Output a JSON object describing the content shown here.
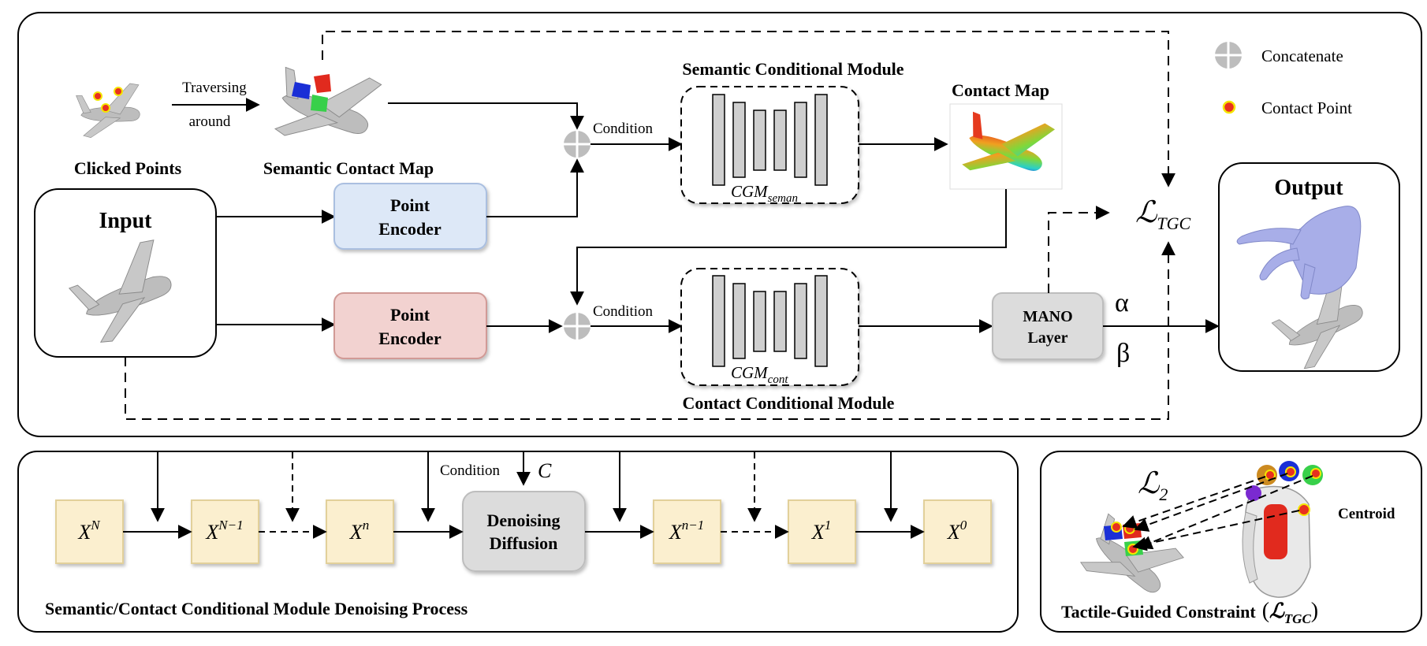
{
  "top": {
    "clicked_points": "Clicked Points",
    "traversing_1": "Traversing",
    "traversing_2": "around",
    "semantic_contact_map": "Semantic Contact Map",
    "input": "Input",
    "point_encoder_1": "Point",
    "point_encoder_2": "Encoder",
    "condition": "Condition",
    "semantic_module_title": "Semantic Conditional Module",
    "contact_module_title": "Contact Conditional Module",
    "cgm_seman_base": "CGM",
    "cgm_seman_sub": "seman",
    "cgm_cont_base": "CGM",
    "cgm_cont_sub": "cont",
    "contact_map": "Contact Map",
    "mano_1": "MANO",
    "mano_2": "Layer",
    "alpha": "α",
    "beta": "β",
    "output": "Output",
    "ltgc_base": "ℒ",
    "ltgc_sub": "TGC"
  },
  "legend": {
    "concatenate": "Concatenate",
    "contact_point": "Contact Point",
    "contact_point_color": "#e8311f",
    "contact_point_ring": "#f4e600"
  },
  "denoise": {
    "condition": "Condition",
    "c": "C",
    "xN_base": "X",
    "xN_sup": "N",
    "xN1_base": "X",
    "xN1_sup": "N−1",
    "xn_base": "X",
    "xn_sup": "n",
    "diff_1": "Denoising",
    "diff_2": "Diffusion",
    "xn1_base": "X",
    "xn1_sup": "n−1",
    "x1_base": "X",
    "x1_sup": "1",
    "x0_base": "X",
    "x0_sup": "0",
    "caption": "Semantic/Contact Conditional Module Denoising Process"
  },
  "tactile": {
    "l2_base": "ℒ",
    "l2_sub": "2",
    "centroid": "Centroid",
    "caption_text": "Tactile-Guided Constraint",
    "caption_open": "(",
    "caption_l": "ℒ",
    "caption_sub": "TGC",
    "caption_close": ")"
  },
  "colors": {
    "encoder_blue": "#dde8f7",
    "encoder_red": "#f2d2d0",
    "x_box": "#fbefcf",
    "gray_box": "#dcdcdc",
    "hand": "#a8aee8"
  }
}
